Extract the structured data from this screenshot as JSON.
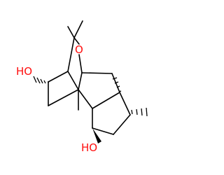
{
  "molecule": {
    "atom_labels": {
      "ring_oxygen": "O",
      "left_hydroxyl": "HO",
      "bottom_hydroxyl": "HO"
    },
    "colors": {
      "bond": "#000000",
      "heteroatom": "#ff0d0d",
      "background": "#ffffff"
    }
  }
}
